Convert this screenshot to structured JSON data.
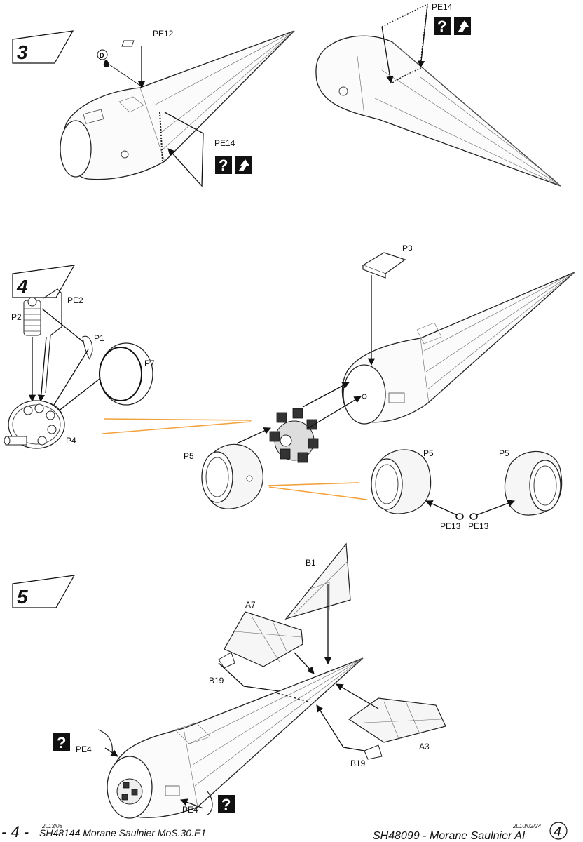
{
  "steps": [
    {
      "number": "3",
      "labels": [
        "PE12",
        "PE14",
        "PE14"
      ]
    },
    {
      "number": "4",
      "labels": [
        "PE2",
        "P2",
        "P1",
        "P7",
        "P4",
        "P3",
        "P5",
        "P5",
        "P5",
        "PE13",
        "PE13"
      ]
    },
    {
      "number": "5",
      "labels": [
        "B1",
        "A7",
        "B19",
        "B19",
        "A3",
        "PE4",
        "PE4"
      ]
    }
  ],
  "symbols": {
    "glue_letter": "D",
    "optional_mark": "?"
  },
  "footer": {
    "page_prefix": "- 4 -",
    "left_date": "2013/08",
    "left_title": "SH48144 Morane Saulnier MoS.30.E1",
    "right_date": "2010/02/24",
    "right_title": "SH48099 - Morane Saulnier AI",
    "page_number": "4"
  },
  "colors": {
    "lines": "#111111",
    "guide": "#f2a23c",
    "background": "#ffffff"
  }
}
